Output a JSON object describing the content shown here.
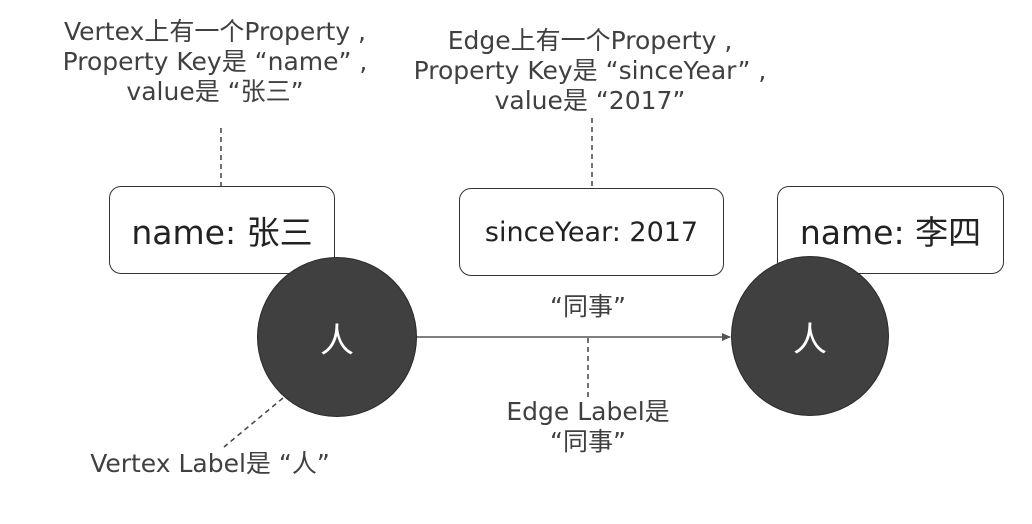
{
  "annotations": {
    "vertex_property": [
      "Vertex上有一个Property ,",
      "Property Key是 “name” ,",
      "value是 “张三”"
    ],
    "edge_property": [
      "Edge上有一个Property ,",
      "Property Key是 “sinceYear” ,",
      "value是 “2017”"
    ],
    "vertex_label": "Vertex Label是 “人”",
    "edge_label": [
      "Edge Label是",
      "“同事”"
    ]
  },
  "vertex_a": {
    "label": "人",
    "property": "name: 张三"
  },
  "vertex_b": {
    "label": "人",
    "property": "name: 李四"
  },
  "edge": {
    "label": "“同事”",
    "property": "sinceYear: 2017"
  },
  "colors": {
    "vertex_fill": "#404040",
    "text": "#404040",
    "box_border": "#333333"
  }
}
